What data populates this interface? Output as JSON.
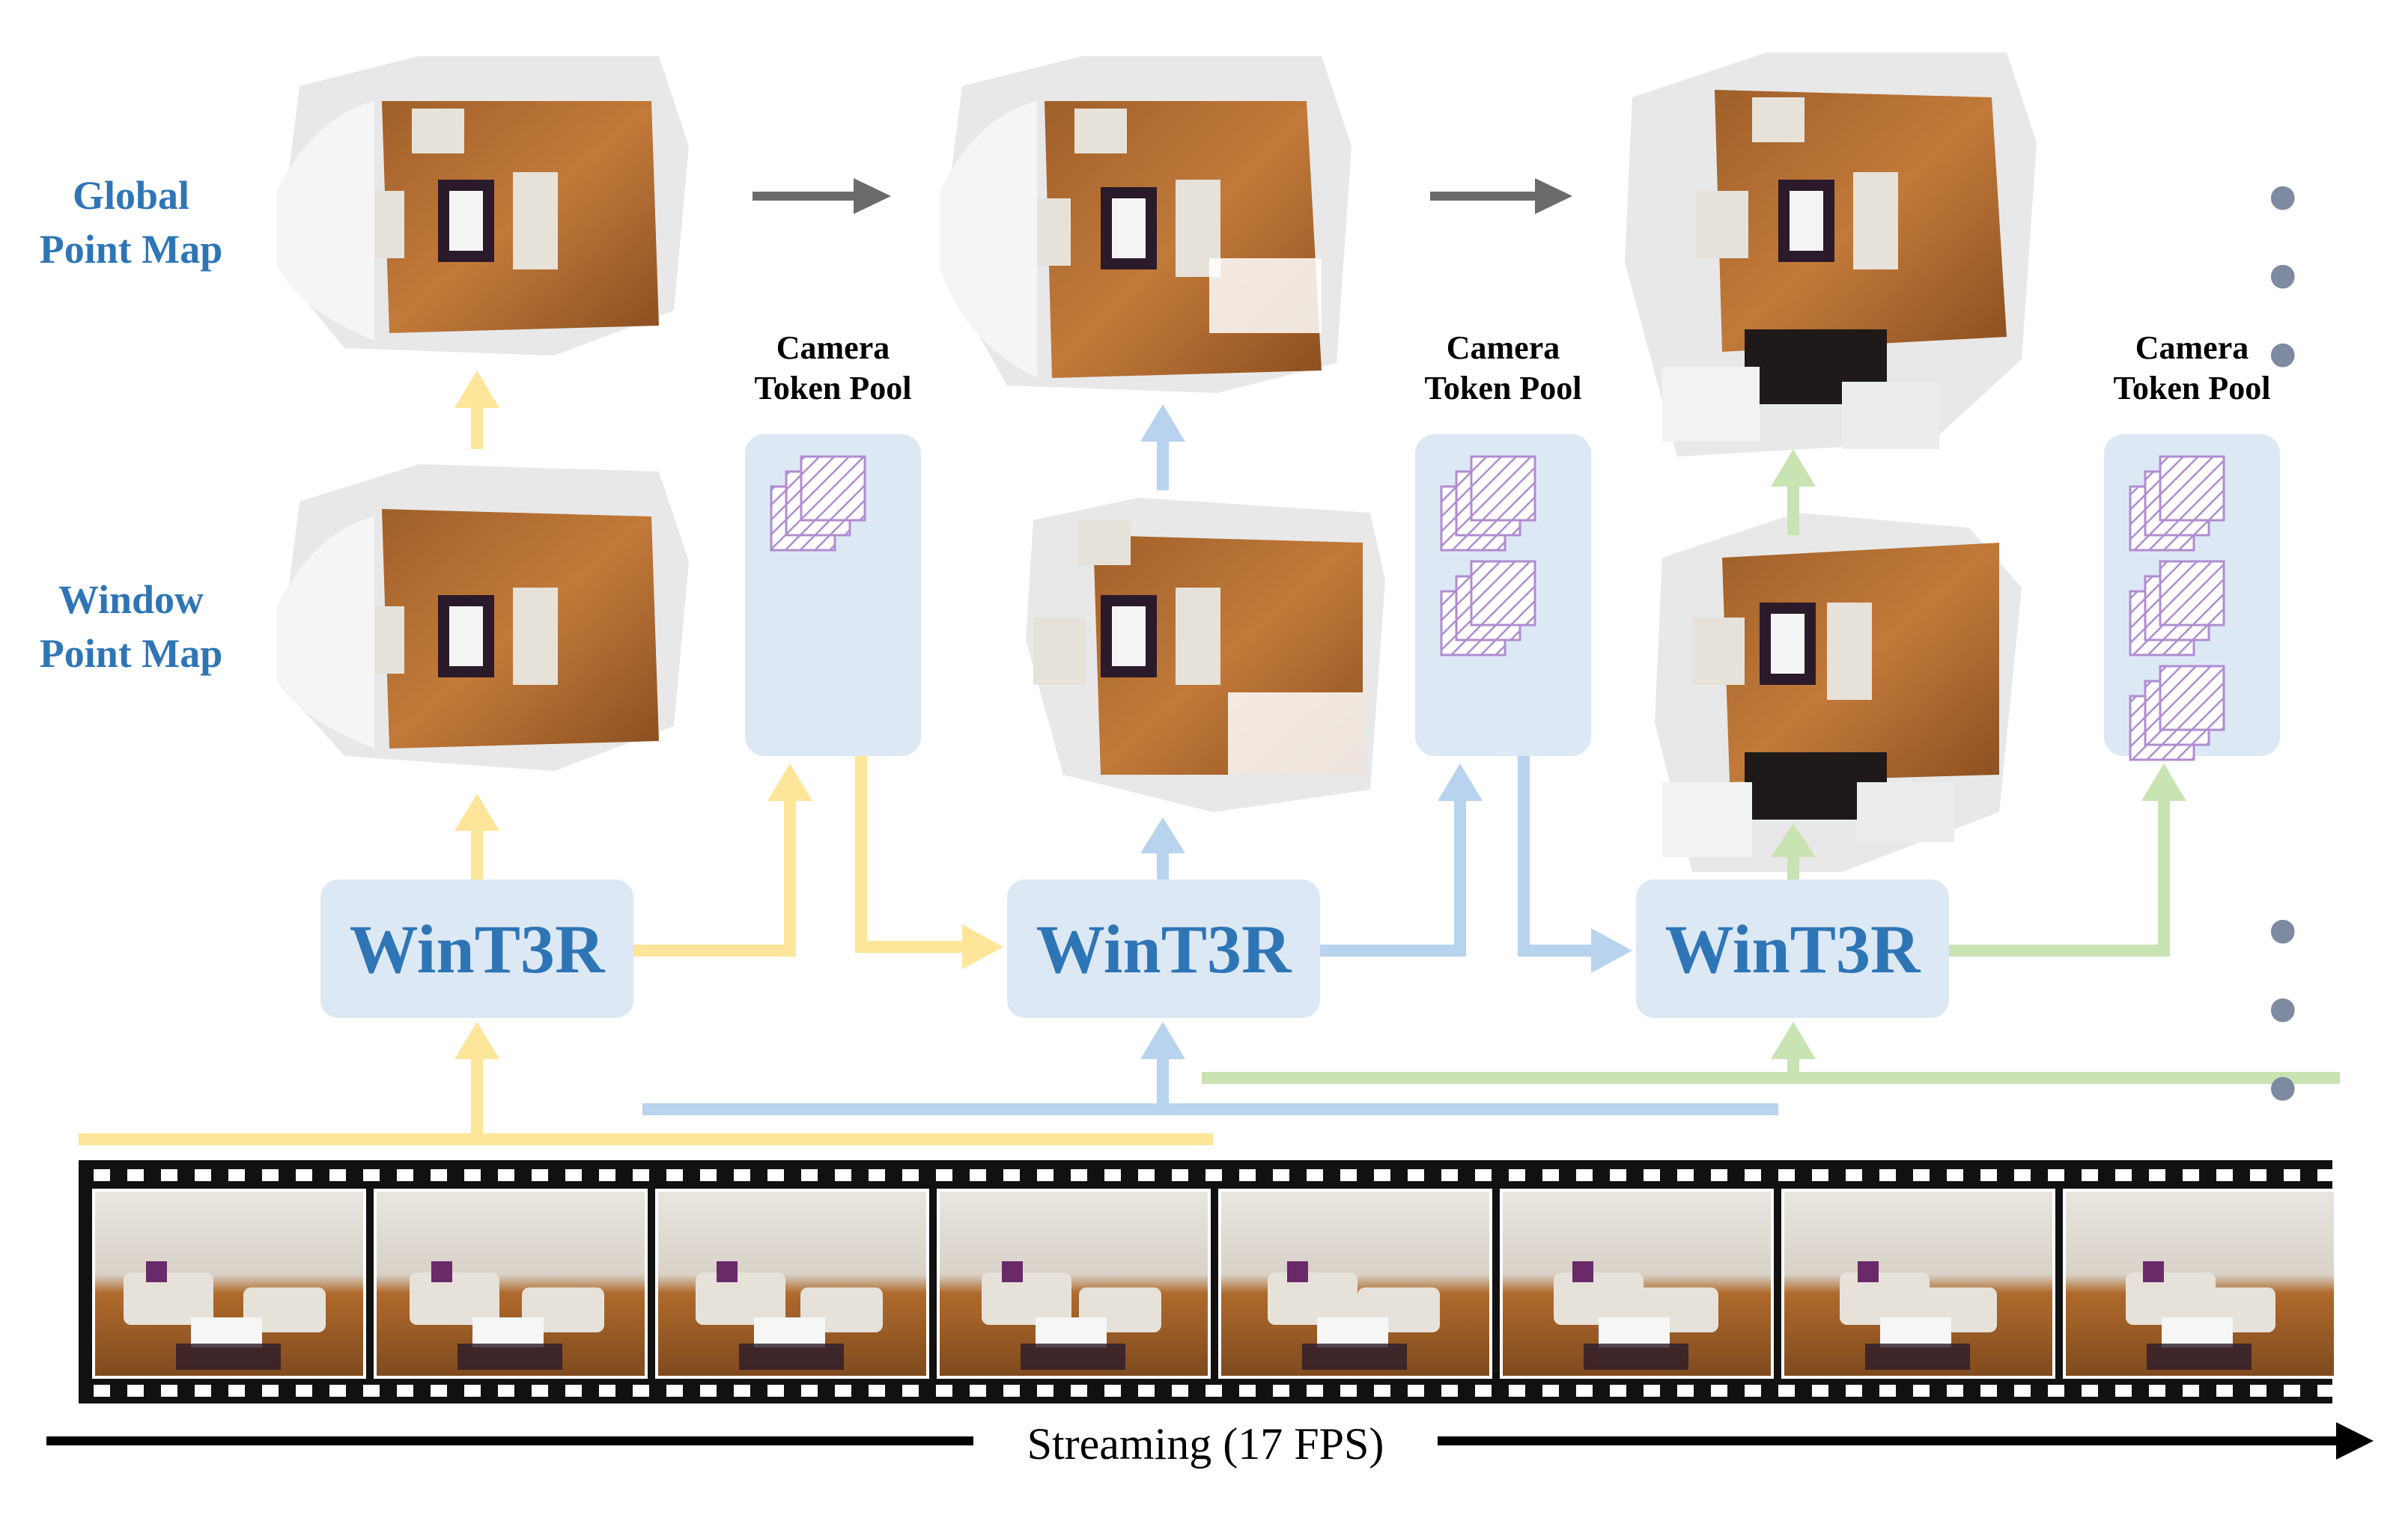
{
  "row_labels": {
    "global": [
      "Global",
      "Point Map"
    ],
    "window": [
      "Window",
      "Point Map"
    ]
  },
  "pool_title": [
    "Camera",
    "Token Pool"
  ],
  "model_label": "WinT3R",
  "ellipsis": "• • •",
  "streaming_label": "Streaming (17 FPS)",
  "colors": {
    "label_blue": "#2e75b6",
    "box_fill": "#dde8f5",
    "arrow_yellow": "#fde59a",
    "arrow_blue": "#b8d3ee",
    "arrow_green": "#c9e3b3",
    "arrow_gray": "#6b6b6b",
    "token_purple": "#b08cd0"
  }
}
